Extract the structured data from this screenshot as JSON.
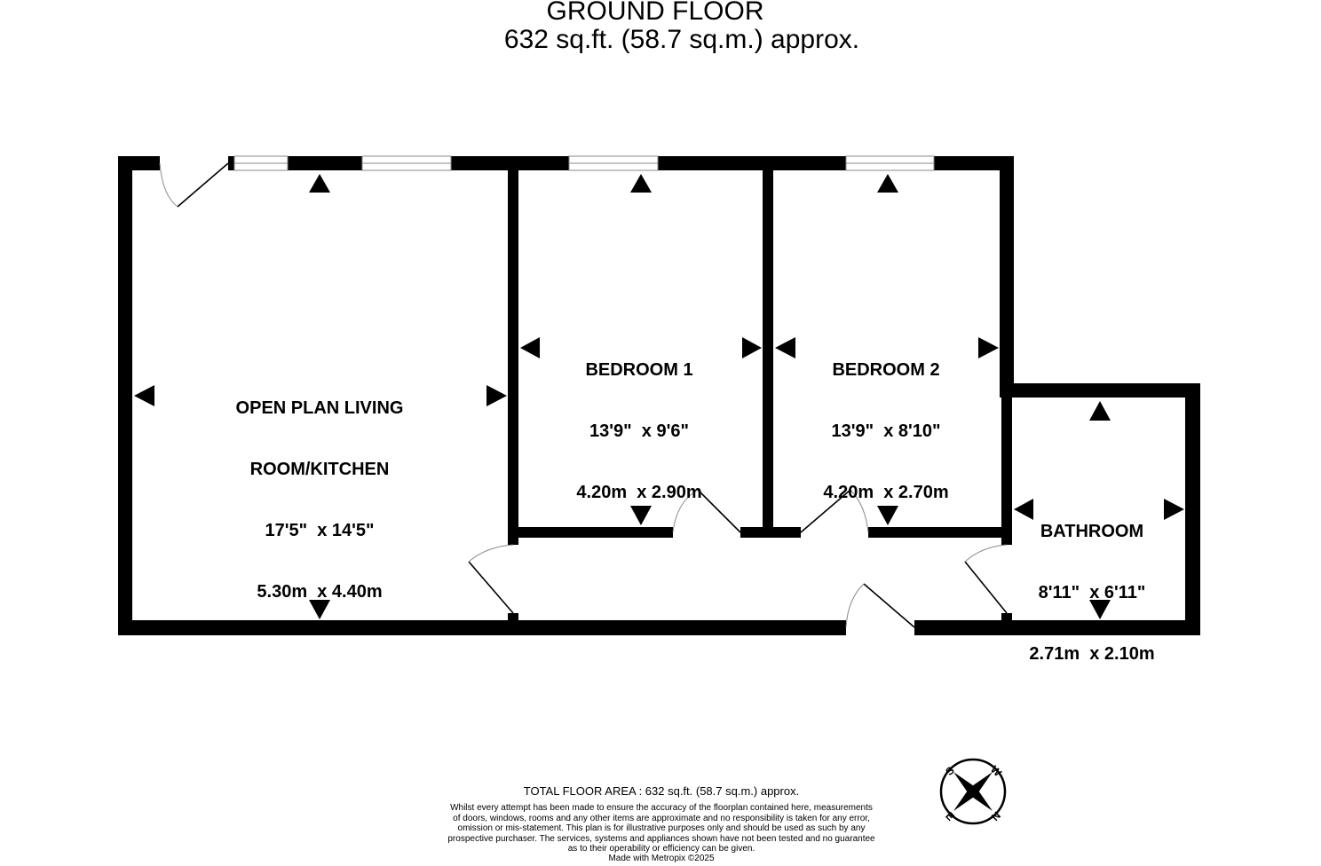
{
  "header": {
    "floor_name": "GROUND FLOOR",
    "floor_area": "632 sq.ft. (58.7 sq.m.) approx."
  },
  "rooms": [
    {
      "name": "OPEN PLAN LIVING ROOM/KITCHEN",
      "name_line1": "OPEN PLAN LIVING",
      "name_line2": "ROOM/KITCHEN",
      "dims_imperial": "17'5\"  x 14'5\"",
      "dims_metric": "5.30m  x 4.40m"
    },
    {
      "name": "BEDROOM 1",
      "dims_imperial": "13'9\"  x 9'6\"",
      "dims_metric": "4.20m  x 2.90m"
    },
    {
      "name": "BEDROOM 2",
      "dims_imperial": "13'9\"  x 8'10\"",
      "dims_metric": "4.20m  x 2.70m"
    },
    {
      "name": "BATHROOM",
      "dims_imperial": "8'11\"  x 6'11\"",
      "dims_metric": "2.71m  x 2.10m"
    }
  ],
  "compass": {
    "icon": "compass-rose-icon",
    "labels": [
      "S",
      "W",
      "N",
      "E"
    ]
  },
  "footer": {
    "total_area": "TOTAL FLOOR AREA : 632 sq.ft. (58.7 sq.m.) approx.",
    "disclaimer_lines": [
      "Whilst every attempt has been made to ensure the accuracy of the floorplan contained here, measurements",
      "of doors, windows, rooms and any other items are approximate and no responsibility is taken for any error,",
      "omission or mis-statement. This plan is for illustrative purposes only and should be used as such by any",
      "prospective purchaser. The services, systems and appliances shown have not been tested and no guarantee",
      "as to their operability or efficiency can be given."
    ],
    "made_with": "Made with Metropix ©2025"
  },
  "colors": {
    "wall": "#000000",
    "window_line": "#888888",
    "background": "#ffffff"
  }
}
